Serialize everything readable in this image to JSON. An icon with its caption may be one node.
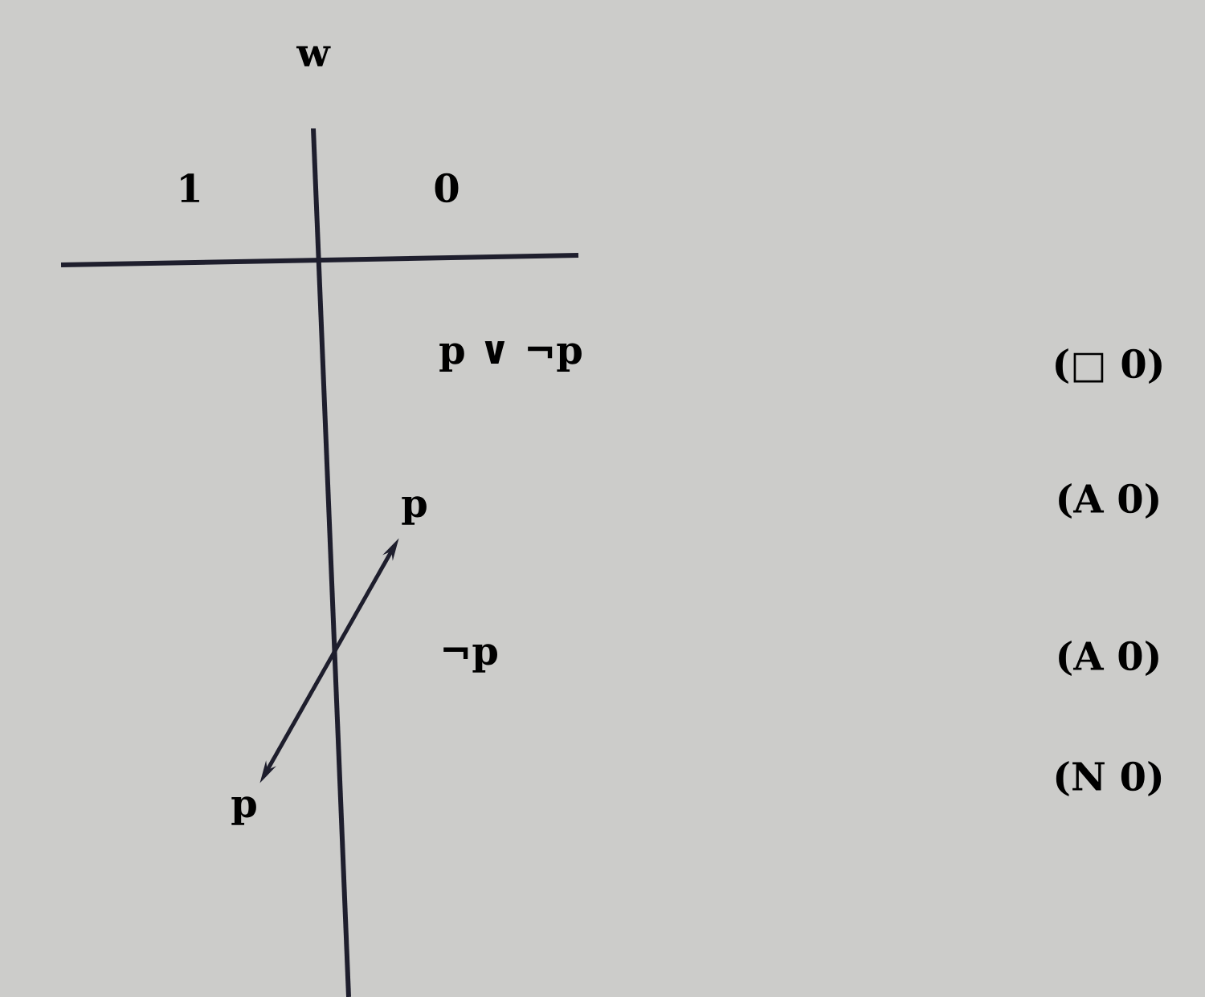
{
  "diagram": {
    "nodes": [
      {
        "text": [
          "p"
        ]
      },
      {
        "text": [
          "p"
        ]
      }
    ],
    "edges": [
      {
        "from": 1,
        "to": 0,
        "arrow": "both"
      }
    ],
    "labels": [
      "w",
      "1",
      "0",
      "p ∨ ¬p",
      "(□ 0)",
      "(A 0)",
      "¬p",
      "(A 0)",
      "(N 0)"
    ]
  }
}
